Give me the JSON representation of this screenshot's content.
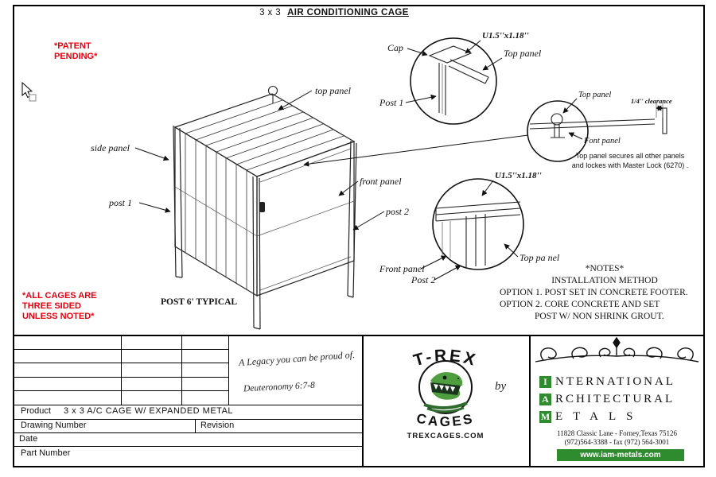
{
  "colors": {
    "red": "#e8000d",
    "green": "#2e8b2e",
    "dino_green": "#4e9e3f"
  },
  "title": {
    "prefix": "3 x 3",
    "main": "AIR CONDITIONING CAGE"
  },
  "patent": {
    "line1": "*PATENT",
    "line2": "PENDING*"
  },
  "three_sided_note": {
    "line1": "*ALL CAGES ARE",
    "line2": "THREE SIDED",
    "line3": "UNLESS NOTED*"
  },
  "post_note": "POST 6' TYPICAL",
  "cage": {
    "labels": {
      "top_panel": "top panel",
      "side_panel": "side panel",
      "front_panel": "front panel",
      "post1": "post 1",
      "post2": "post 2"
    }
  },
  "detail_cap": {
    "dim": "U1.5''x1.18''",
    "cap": "Cap",
    "top_panel": "Top panel",
    "post": "Post 1"
  },
  "detail_lock": {
    "top_panel": "Top panel",
    "front_panel": "Font panel",
    "clearance": "1/4'' clearance",
    "note1": "Top panel secures all other panels",
    "note2": "and lockes with Master Lock (6270) ."
  },
  "detail_corner": {
    "dim": "U1.5''x1.18''",
    "front_panel": "Front panel",
    "post": "Post 2",
    "top_panel": "Top pa nel"
  },
  "notes": {
    "header": "*NOTES*",
    "method": "INSTALLATION METHOD",
    "option1": "OPTION 1. POST SET IN CONCRETE FOOTER.",
    "option2a": "OPTION 2.  CORE CONCRETE AND SET",
    "option2b": "POST W/ NON SHRINK GROUT."
  },
  "titleblock": {
    "legacy": "A Legacy you can be proud of.",
    "verse": "Deuteronomy 6:7-8",
    "by": "by",
    "product_label": "Product",
    "product_value": "3 x 3 A/C  CAGE W/ EXPANDED METAL",
    "drawing_number_label": "Drawing Number",
    "revision_label": "Revision",
    "date_label": "Date",
    "part_number_label": "Part Number"
  },
  "trex": {
    "top": "T-REX",
    "bottom": "CAGES",
    "site": "TREXCAGES.COM"
  },
  "iam": {
    "l1_initial": "I",
    "l1_rest": "NTERNATIONAL",
    "l2_initial": "A",
    "l2_rest": "RCHITECTURAL",
    "l3_initial": "M",
    "l3_rest": "ETALS",
    "addr1": "11828 Classic Lane - Forney,Texas 75126",
    "addr2": "(972)564-3388 - fax (972) 564-3001",
    "site": "www.iam-metals.com"
  }
}
